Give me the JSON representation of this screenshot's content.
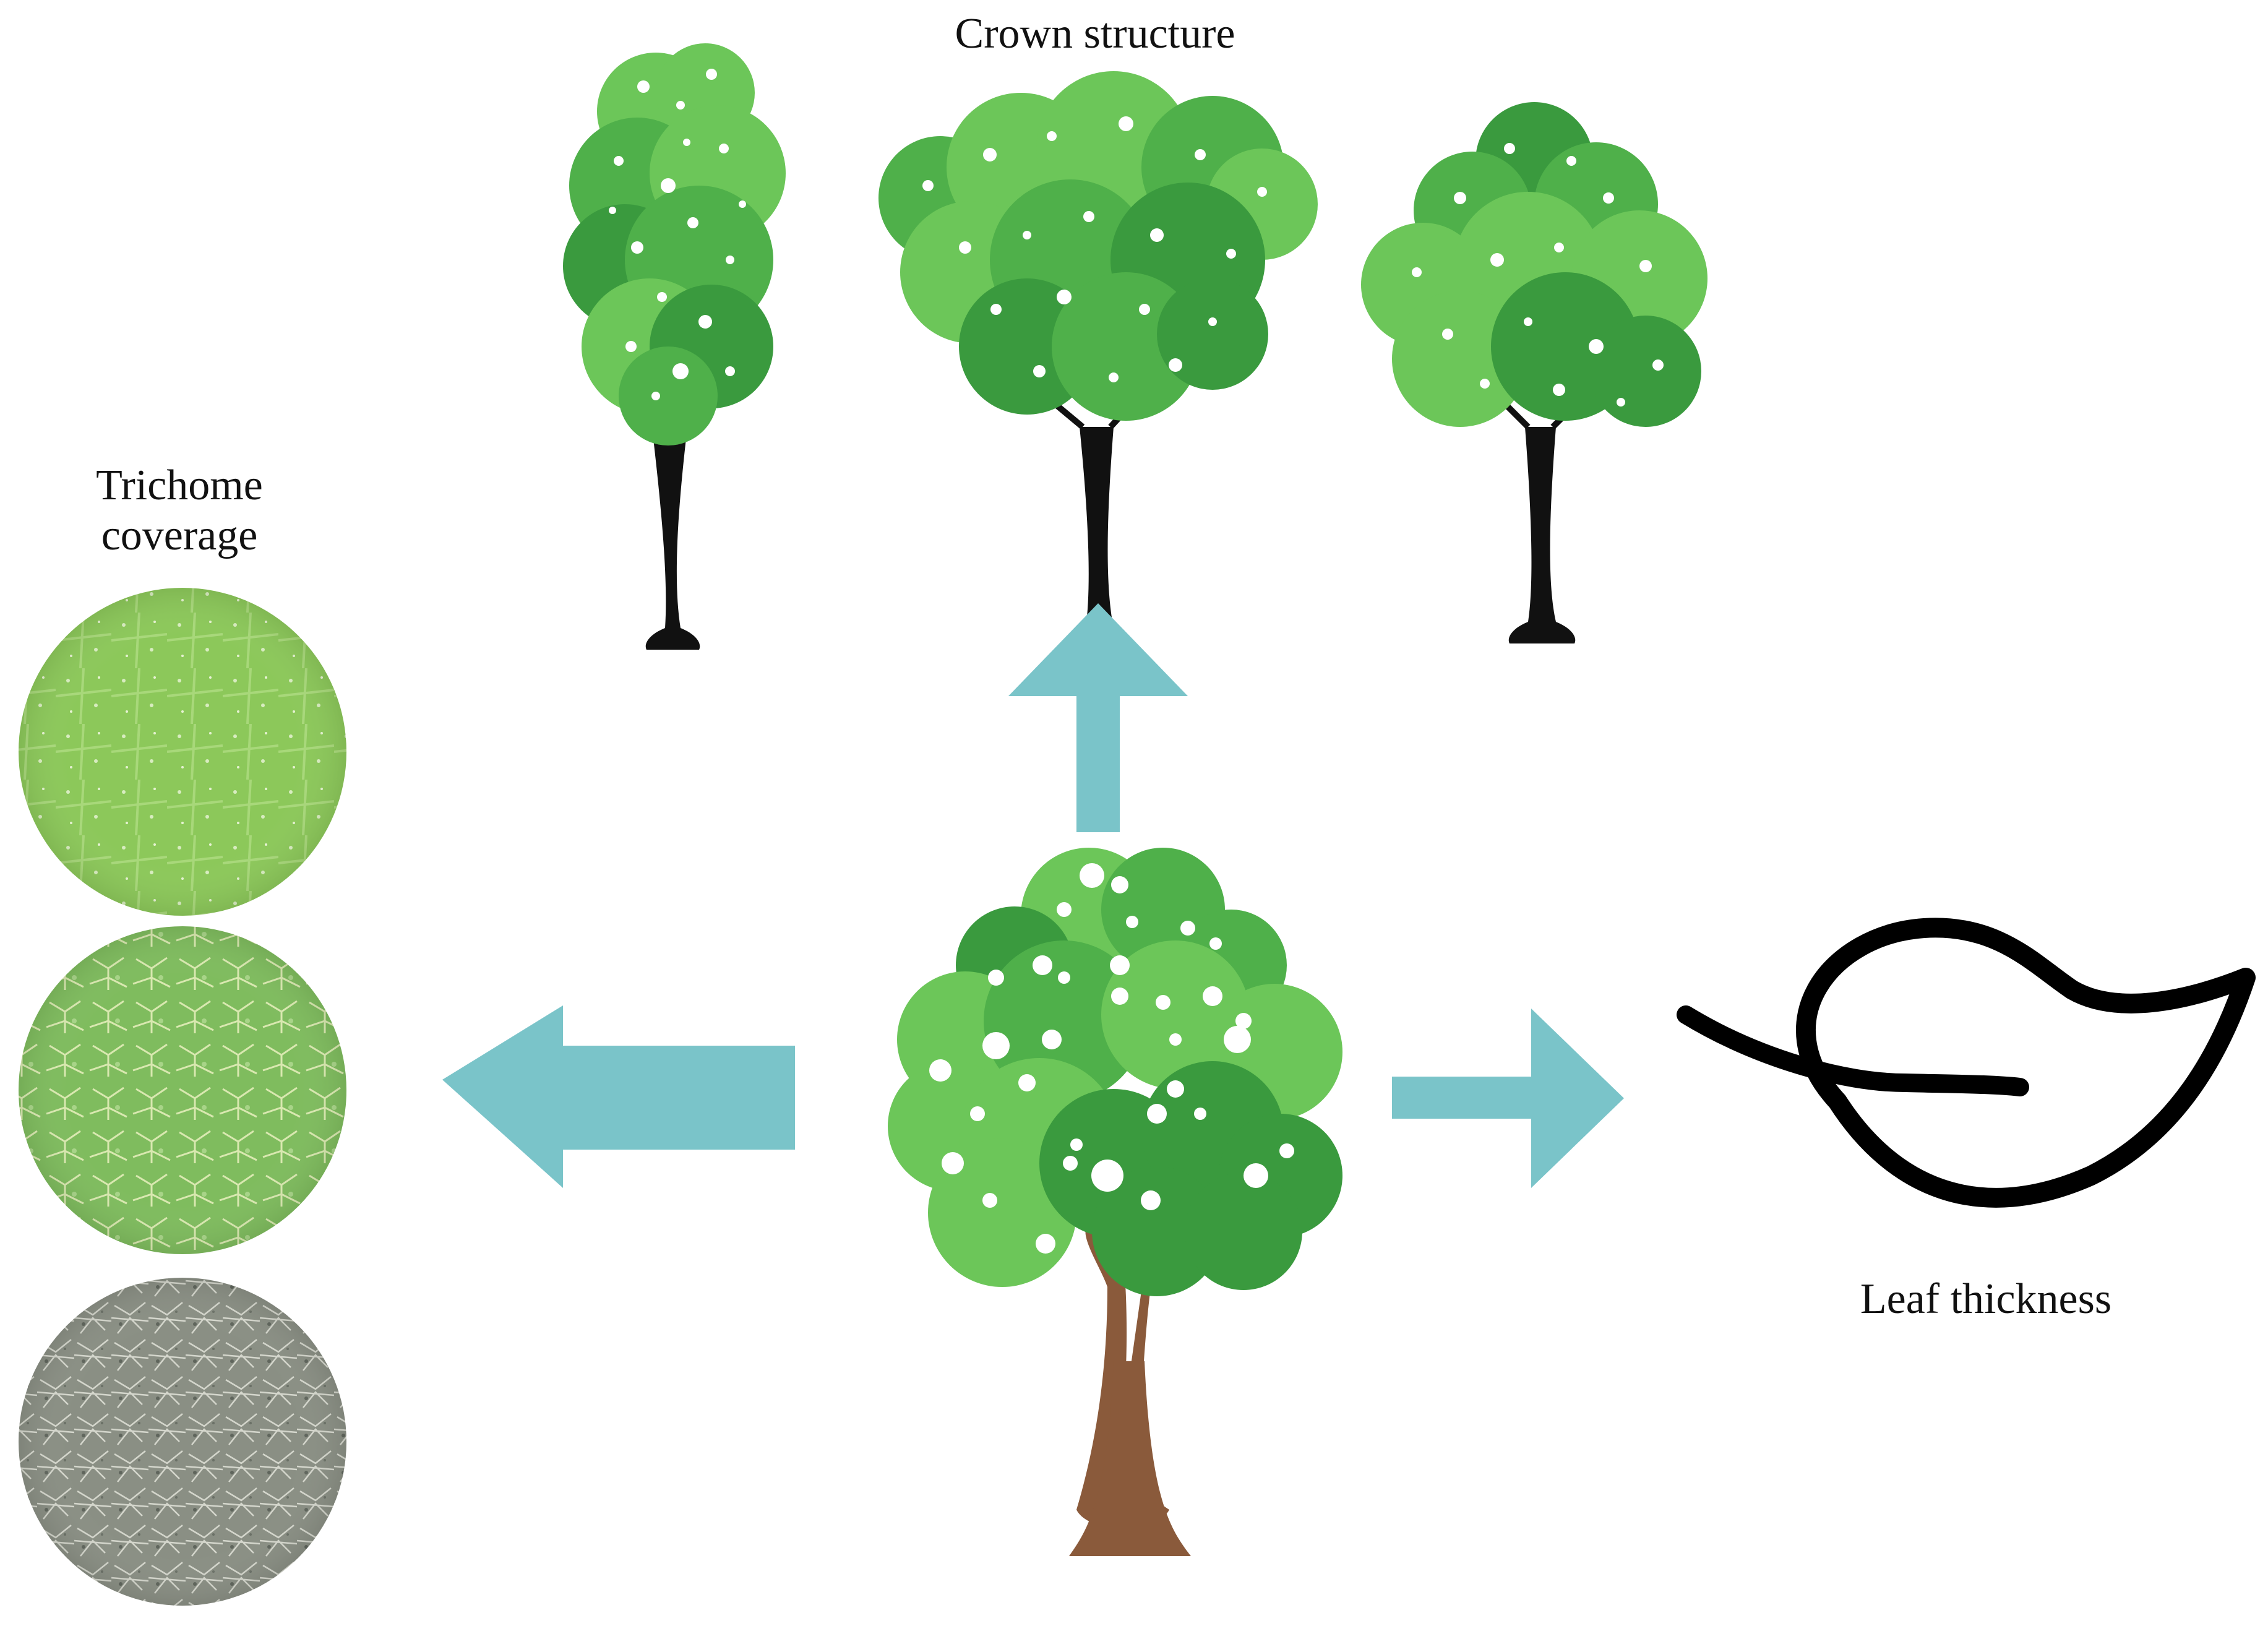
{
  "labels": {
    "crown": "Crown structure",
    "trichome": "Trichome\ncoverage",
    "leaf": "Leaf thickness"
  },
  "colors": {
    "arrow": "#7ac4c9",
    "light_green": "#6cc659",
    "mid_green": "#4fb04a",
    "dark_green": "#3a9a3e",
    "trunk_black": "#111111",
    "trunk_brown": "#8a5a3b",
    "leaf_outline": "#000000"
  },
  "icons": {
    "center_tree": "deciduous-tree-icon",
    "crowns": [
      "columnar-crown-tree-icon",
      "spreading-crown-tree-icon",
      "rounded-crown-tree-icon"
    ],
    "leaf": "leaf-outline-icon",
    "trichome_samples": [
      "sparse-trichome-leaf-surface",
      "moderate-trichome-leaf-surface",
      "dense-trichome-leaf-surface"
    ]
  }
}
